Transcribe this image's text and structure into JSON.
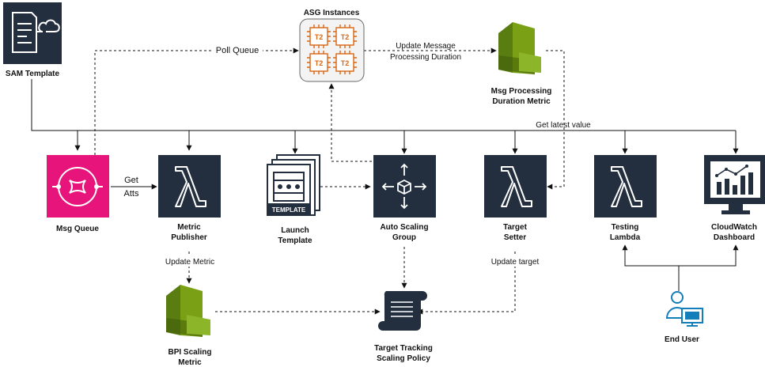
{
  "nodes": {
    "sam_template": {
      "label": "SAM Template",
      "color": "#232F3E"
    },
    "asg_instances": {
      "label": "ASG Instances",
      "chip_text": "T2",
      "chip_color": "#D86613"
    },
    "msg_processing_metric": {
      "label_line1": "Msg Processing",
      "label_line2": "Duration Metric",
      "color": "#7AA116"
    },
    "msg_queue": {
      "label": "Msg Queue",
      "color": "#E7157B"
    },
    "metric_publisher": {
      "label_line1": "Metric",
      "label_line2": "Publisher",
      "color": "#232F3E"
    },
    "launch_template": {
      "label_line1": "Launch",
      "label_line2": "Template",
      "tag": "TEMPLATE"
    },
    "auto_scaling_group": {
      "label_line1": "Auto Scaling",
      "label_line2": "Group",
      "color": "#232F3E"
    },
    "target_setter": {
      "label_line1": "Target",
      "label_line2": "Setter",
      "color": "#232F3E"
    },
    "testing_lambda": {
      "label_line1": "Testing",
      "label_line2": "Lambda",
      "color": "#232F3E"
    },
    "cloudwatch_dashboard": {
      "label_line1": "CloudWatch",
      "label_line2": "Dashboard",
      "color": "#232F3E"
    },
    "bpi_scaling_metric": {
      "label_line1": "BPI Scaling",
      "label_line2": "Metric",
      "color": "#7AA116"
    },
    "target_tracking_policy": {
      "label_line1": "Target Tracking",
      "label_line2": "Scaling Policy"
    },
    "end_user": {
      "label": "End User",
      "color": "#147EBA"
    }
  },
  "edges": {
    "poll_queue": "Poll Queue",
    "update_message_line1": "Update Message",
    "update_message_line2": "Processing Duration",
    "get_latest_value": "Get latest value",
    "get_atts_line1": "Get",
    "get_atts_line2": "Atts",
    "update_metric": "Update Metric",
    "update_target": "Update target"
  }
}
